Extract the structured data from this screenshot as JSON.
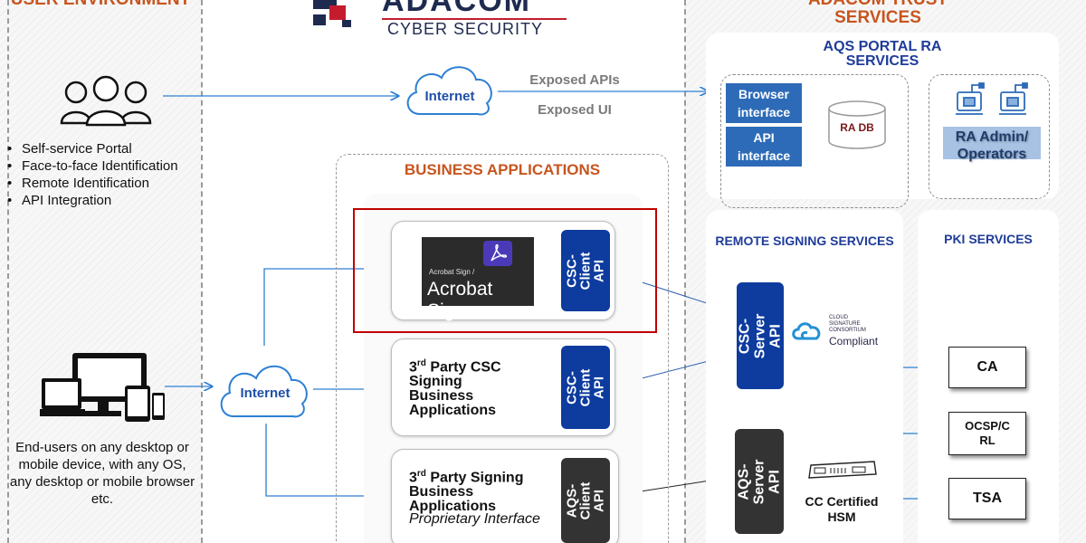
{
  "headers": {
    "user_environment": "USER ENVIRONMENT",
    "trust_services_line1": "ADACOM TRUST",
    "trust_services_line2": "SERVICES"
  },
  "logo": {
    "brand": "ADACOM",
    "tagline": "CYBER SECURITY"
  },
  "user_env": {
    "bullets": [
      "Self-service Portal",
      "Face-to-face Identification",
      "Remote Identification",
      "API Integration"
    ],
    "end_users_text": "End-users on any desktop or mobile device, with any OS, any desktop or mobile browser etc."
  },
  "internet": {
    "top_label": "Internet",
    "bottom_label": "Internet",
    "exposed_apis": "Exposed APIs",
    "exposed_ui": "Exposed UI"
  },
  "aqs_portal": {
    "title_line1": "AQS PORTAL RA",
    "title_line2": "SERVICES",
    "browser_interface": "Browser interface",
    "api_interface": "API interface",
    "ra_db": "RA DB",
    "ra_admin": "RA Admin/ Operators"
  },
  "business": {
    "title": "BUSINESS APPLICATIONS",
    "acrobat_small": "Acrobat Sign /",
    "acrobat_big": "Acrobat Sign",
    "csc_client_api": "CSC-Client API",
    "third_party_csc": "3rd Party CSC Signing Business Applications",
    "third_party_signing": "3rd Party Signing Business Applications",
    "proprietary": "Proprietary Interface",
    "aqs_client_api": "AQS-Client API"
  },
  "remote_signing": {
    "title": "REMOTE SIGNING SERVICES",
    "csc_server_api": "CSC-Server API",
    "csc_logo_line1": "CLOUD",
    "csc_logo_line2": "SIGNATURE",
    "csc_logo_line3": "CONSORTIUM",
    "csc_compliant": "Compliant",
    "aqs_server_api": "AQS-Server API",
    "hsm_label": "CC Certified HSM"
  },
  "pki": {
    "title": "PKI SERVICES",
    "ca": "CA",
    "ocsp": "OCSP/CRL",
    "tsa": "TSA"
  },
  "colors": {
    "orange_heading": "#c8551e",
    "navy_heading": "#1f3c99",
    "api_blue": "#0d3b9e",
    "interface_blue": "#2d6bb8",
    "arrow_blue": "#2d7fd3",
    "highlight_red": "#c00000",
    "dark_box": "#333333"
  }
}
